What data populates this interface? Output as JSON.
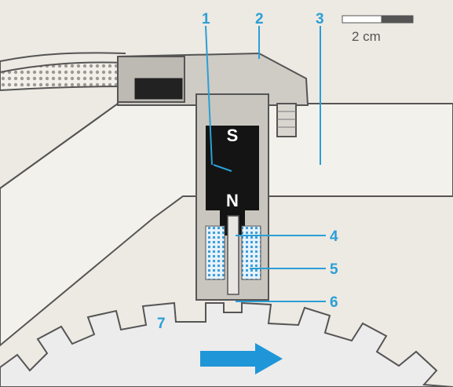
{
  "diagram": {
    "scale_label": "2 cm",
    "poles": {
      "south": "S",
      "north": "N"
    },
    "callouts": [
      "1",
      "2",
      "3",
      "4",
      "5",
      "6",
      "7"
    ],
    "colors": {
      "callout": "#2a9fd6",
      "arrow": "#1f96d8",
      "coil": "#3f9fd8",
      "housing": "#c9c5bf",
      "magnet": "#141414",
      "body": "#f3f1ec",
      "gear": "#ececec"
    },
    "arrow": {
      "direction": "right"
    }
  }
}
